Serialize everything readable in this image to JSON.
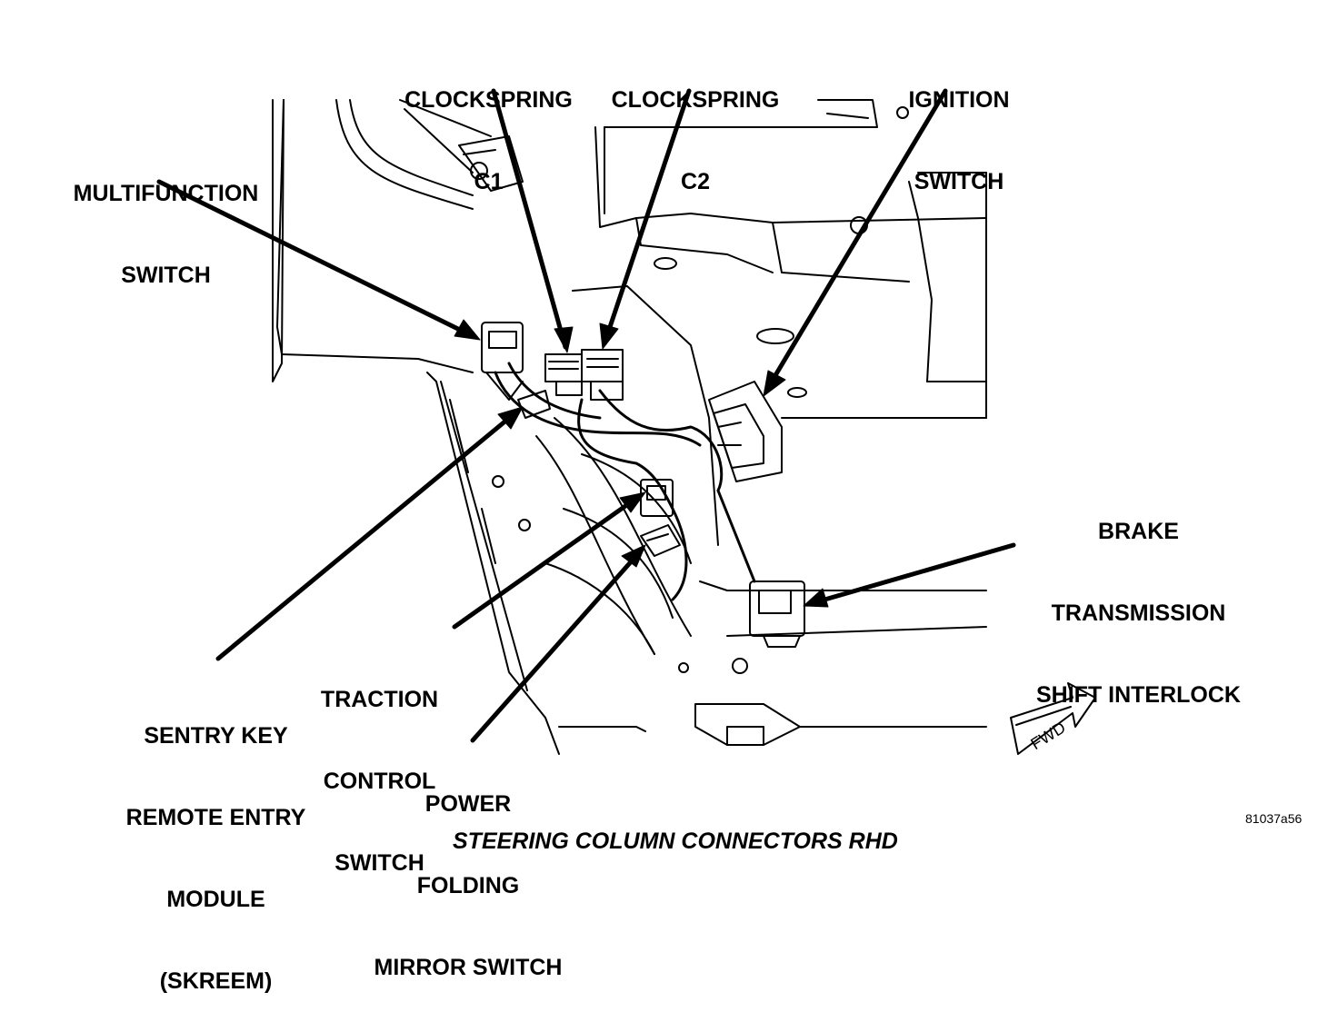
{
  "caption": "STEERING COLUMN CONNECTORS RHD",
  "figure_id": "81037a56",
  "fwd_label": "FWD",
  "labels": {
    "multifunction_switch": [
      "MULTIFUNCTION",
      "SWITCH"
    ],
    "clockspring_c1": [
      "CLOCKSPRING",
      "C1"
    ],
    "clockspring_c2": [
      "CLOCKSPRING",
      "C2"
    ],
    "ignition_switch": [
      "IGNITION",
      "SWITCH"
    ],
    "brake_transmission_shift_interlock": [
      "BRAKE",
      "TRANSMISSION",
      "SHIFT INTERLOCK"
    ],
    "sentry_key_remote_entry_module": [
      "SENTRY KEY",
      "REMOTE ENTRY",
      "MODULE",
      "(SKREEM)"
    ],
    "traction_control_switch": [
      "TRACTION",
      "CONTROL",
      "SWITCH"
    ],
    "power_folding_mirror_switch": [
      "POWER",
      "FOLDING",
      "MIRROR SWITCH"
    ]
  },
  "colors": {
    "ink": "#000000",
    "paper": "#ffffff"
  }
}
